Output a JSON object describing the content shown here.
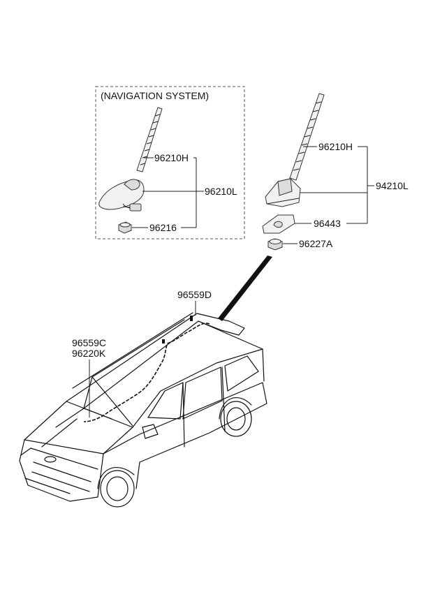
{
  "diagram": {
    "nav_box_title": "(NAVIGATION SYSTEM)",
    "nav_labels": {
      "antenna_rod": "96210H",
      "antenna_assy": "96210L",
      "nut": "96216"
    },
    "std_labels": {
      "antenna_rod": "96210H",
      "antenna_assy": "94210L",
      "pad": "96443",
      "nut": "96227A"
    },
    "vehicle_labels": {
      "roof_cable": "96559D",
      "front_cable": "96559C",
      "cable_ext": "96220K"
    }
  }
}
